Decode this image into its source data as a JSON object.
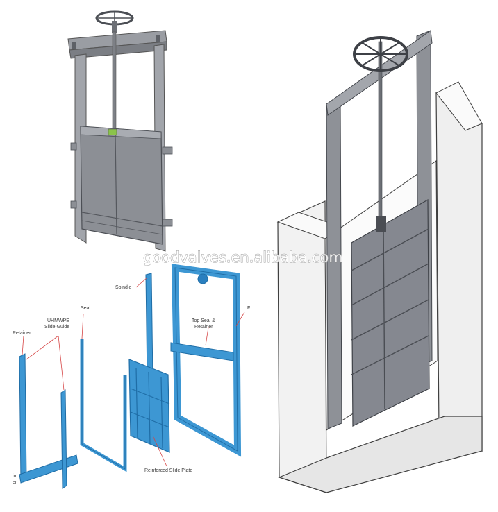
{
  "watermark": "goodvalves.en.alibaba.com",
  "labels": {
    "spindle": "Spindle",
    "seal": "Seal",
    "uhmwpe_1": "UHMWPE",
    "uhmwpe_2": "Slide Guide",
    "retainer": "Retainer",
    "top_seal_1": "Top Seal &",
    "top_seal_2": "Retainer",
    "frame_partial": "F",
    "reinforced": "Reinforced Slide Plate",
    "partial_1": "im",
    "partial_2": "er"
  },
  "colors": {
    "steel": "#8d9096",
    "steel_dark": "#5a5d63",
    "part_blue": "#3d97d3",
    "part_blue_dark": "#1f6da6",
    "concrete": "#f1f1f1",
    "outline": "#4a4a4a",
    "leader": "#d64545"
  }
}
